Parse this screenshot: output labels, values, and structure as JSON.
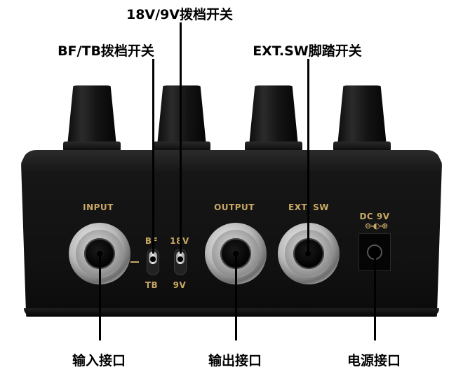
{
  "callouts": {
    "switch_18v_9v": "18V/9V拨档开关",
    "switch_bf_tb": "BF/TB拨档开关",
    "ext_sw": "EXT.SW脚踏开关",
    "input_jack": "输入接口",
    "output_jack": "输出接口",
    "power_jack": "电源接口"
  },
  "panel_labels": {
    "input": "INPUT",
    "output": "OUTPUT",
    "ext_sw": "EXT. SW",
    "dc": "DC 9V",
    "polarity": "⊖-◐-⊕",
    "bf": "BF",
    "tb": "TB",
    "v18": "18V",
    "v9": "9V"
  },
  "colors": {
    "label_gold": "#c9a865",
    "body": "#111111",
    "callout_text": "#000000"
  }
}
